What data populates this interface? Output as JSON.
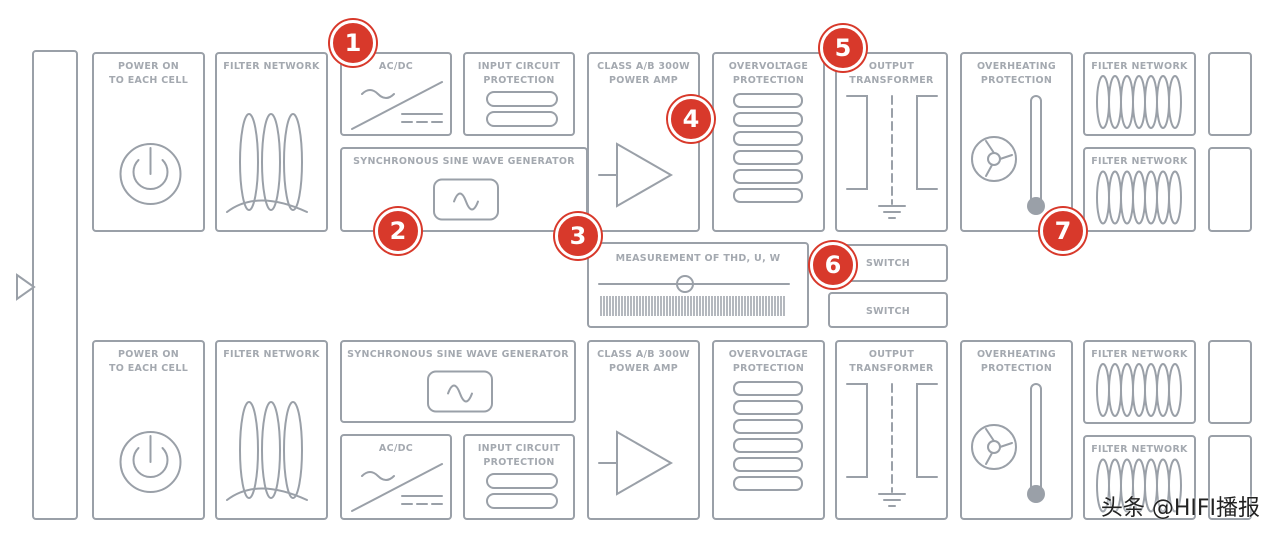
{
  "labels": {
    "power": "POWER ON\nTO EACH CELL",
    "filter": "FILTER NETWORK",
    "acdc": "AC/DC",
    "input": "INPUT CIRCUIT\nPROTECTION",
    "sync": "SYNCHRONOUS SINE WAVE GENERATOR",
    "amp": "CLASS A/B 300W\nPOWER AMP",
    "overvoltage": "OVERVOLTAGE\nPROTECTION",
    "transformer": "OUTPUT\nTRANSFORMER",
    "overheating": "OVERHEATING\nPROTECTION",
    "measurement": "MEASUREMENT OF THD, U, W",
    "switch": "SWITCH"
  },
  "icons": {
    "power": "power-icon",
    "filter": "coil-icon",
    "acdc": "ac-dc-icon",
    "input": "fuse-icon",
    "sync": "sine-cycle-icon",
    "amp": "amplifier-icon",
    "overvoltage": "protection-bars-icon",
    "transformer": "transformer-icon",
    "overheating": "fan-thermometer-icon",
    "measurement": "meter-icon"
  },
  "markers": [
    "1",
    "2",
    "3",
    "4",
    "5",
    "6",
    "7"
  ],
  "watermark": "头条 @HIFI播报",
  "colors": {
    "line": "#9aa0a8",
    "marker": "#d8392b"
  }
}
